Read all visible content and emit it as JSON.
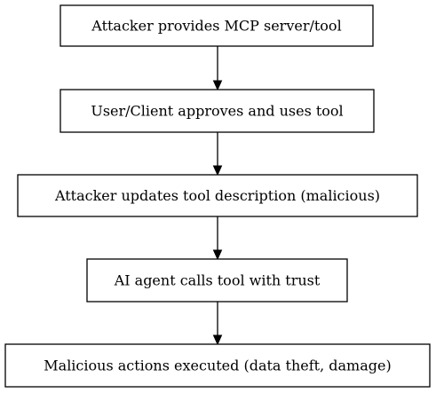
{
  "diagram": {
    "type": "flowchart",
    "direction": "top-to-bottom",
    "nodes": [
      {
        "id": "n1",
        "label": "Attacker provides MCP server/tool"
      },
      {
        "id": "n2",
        "label": "User/Client approves and uses tool"
      },
      {
        "id": "n3",
        "label": "Attacker updates tool description (malicious)"
      },
      {
        "id": "n4",
        "label": "AI agent calls tool with trust"
      },
      {
        "id": "n5",
        "label": "Malicious actions executed (data theft, damage)"
      }
    ],
    "edges": [
      {
        "from": "n1",
        "to": "n2"
      },
      {
        "from": "n2",
        "to": "n3"
      },
      {
        "from": "n3",
        "to": "n4"
      },
      {
        "from": "n4",
        "to": "n5"
      }
    ]
  }
}
